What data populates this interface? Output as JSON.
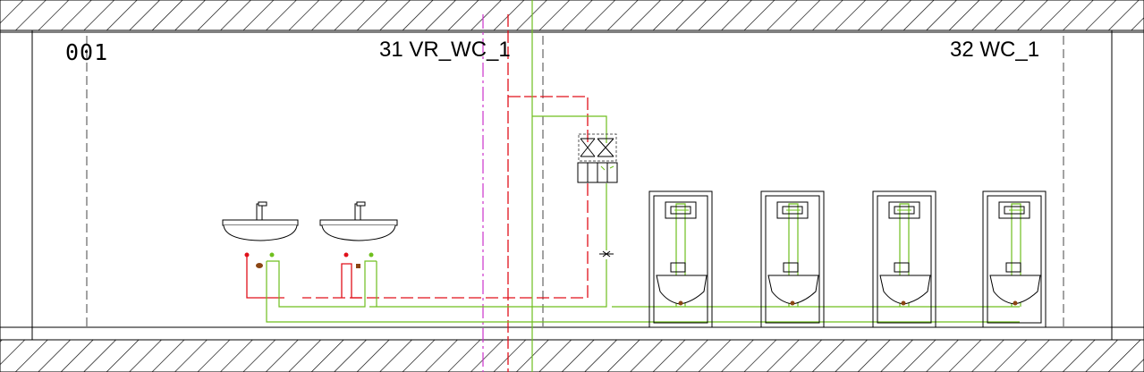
{
  "drawing": {
    "level_label": "001",
    "rooms": [
      {
        "label": "31 VR_WC_1"
      },
      {
        "label": "32 WC_1"
      }
    ]
  },
  "colors": {
    "outline": "#000000",
    "cold_water": "#6fbf1f",
    "hot_water": "#e0101a",
    "axis_line": "#cc33cc",
    "hidden_line": "#555555",
    "fixture_dot": "#8b4513"
  },
  "fixtures": {
    "washbasins": 2,
    "wall_hung_wcs": 4,
    "valve_group": 1
  }
}
